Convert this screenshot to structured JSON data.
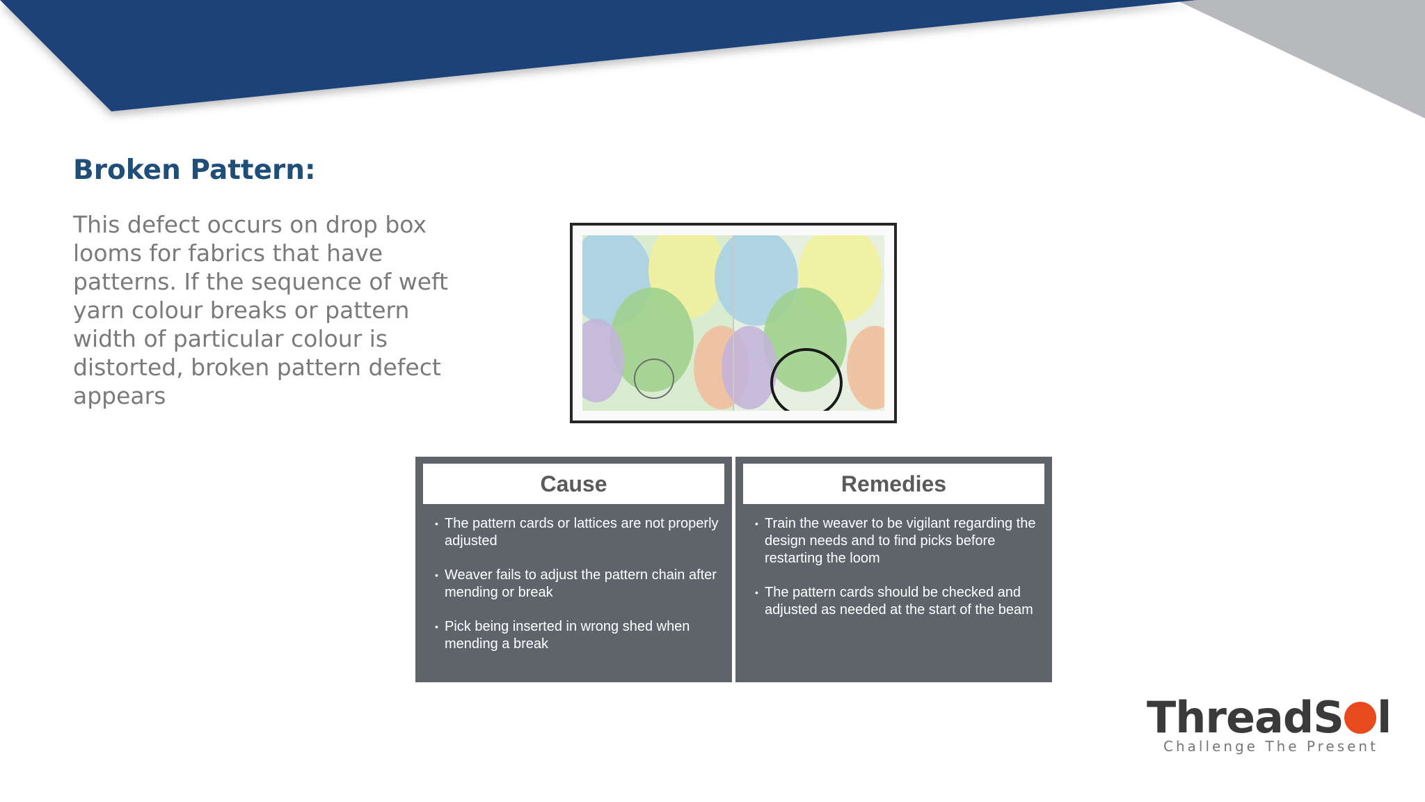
{
  "slide": {
    "title": "Broken Pattern:",
    "description": "This defect occurs on drop box looms for fabrics that have patterns. If the sequence of weft yarn colour breaks or pattern width of particular colour is distorted, broken pattern defect appears"
  },
  "cause": {
    "header": "Cause",
    "items": [
      "The pattern cards or lattices are not properly adjusted",
      "Weaver fails to adjust the pattern chain after mending or break",
      "Pick being inserted in wrong shed when mending a break"
    ]
  },
  "remedies": {
    "header": "Remedies",
    "items": [
      "Train the weaver to be vigilant regarding the design needs and to find picks before restarting the loom",
      "The pattern cards should be checked and adjusted as needed at the start of the beam"
    ]
  },
  "logo": {
    "brand_prefix": "ThreadS",
    "brand_suffix": "l",
    "tagline": "Challenge The Present"
  },
  "colors": {
    "banner": "#1f4279",
    "banner_accent": "#b7b9bd",
    "title": "#1f4e79",
    "panel": "#5f646b",
    "logo_dot": "#e8491d"
  },
  "icons": {
    "fabric_image": "broken-pattern-fabric-photo",
    "logo_mark": "threadsol-logo"
  }
}
